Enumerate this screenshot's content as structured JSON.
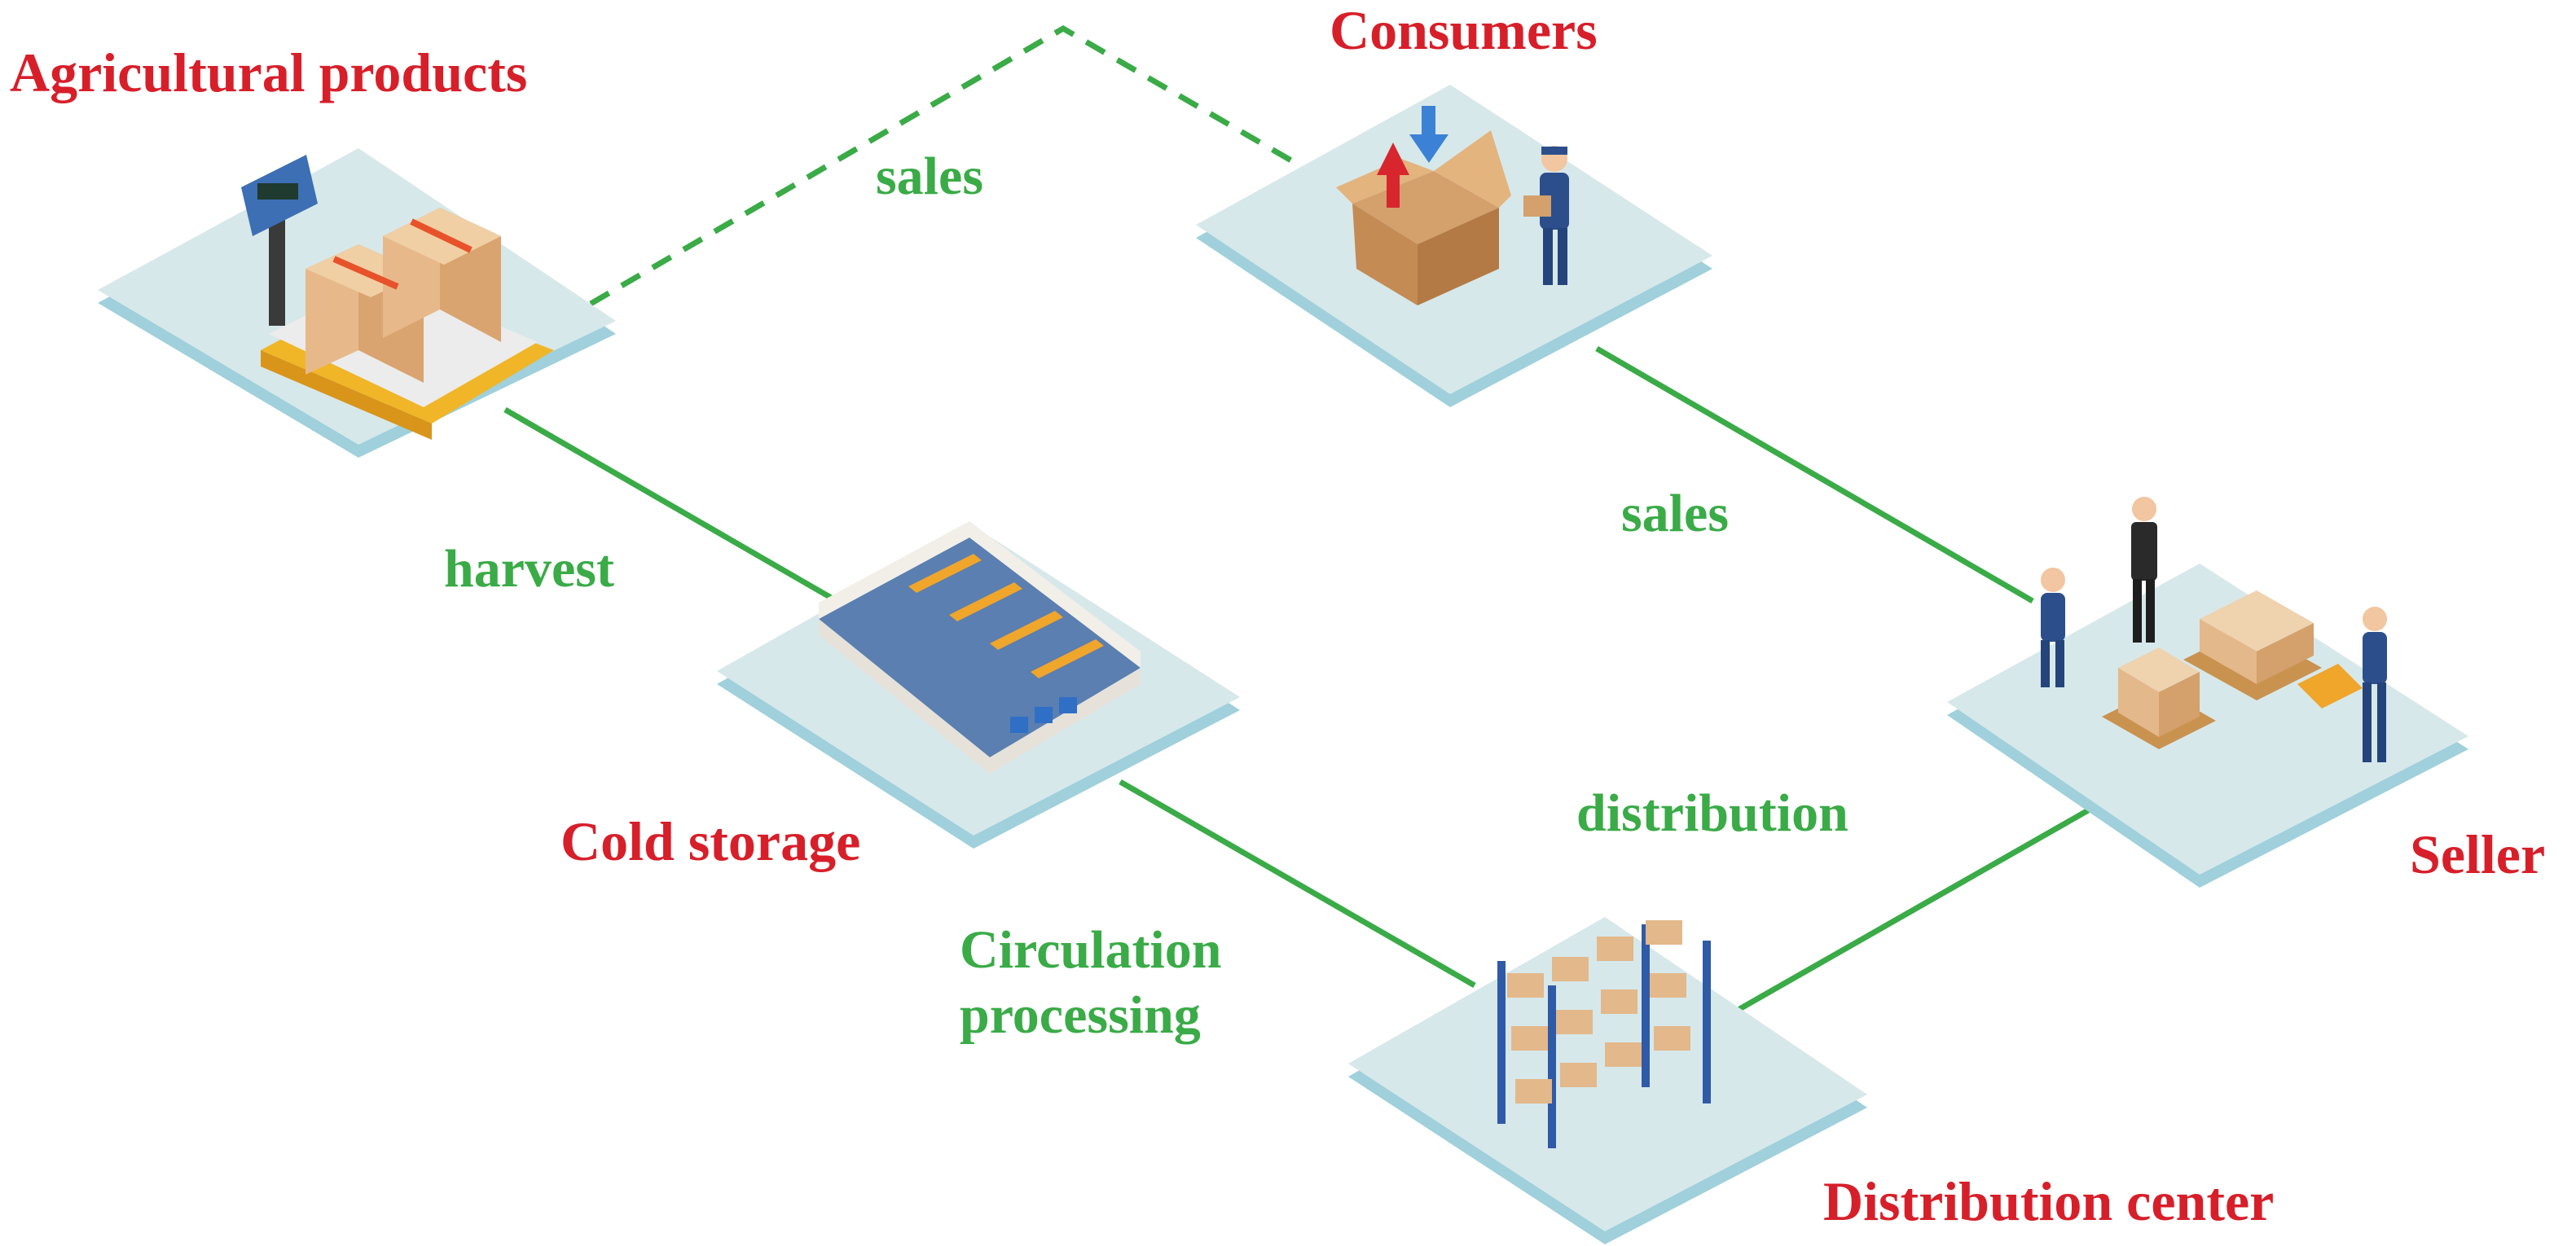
{
  "diagram": {
    "nodes": {
      "agricultural_products": "Agricultural products",
      "consumers": "Consumers",
      "cold_storage": "Cold storage",
      "seller": "Seller",
      "distribution_center": "Distribution center"
    },
    "edges": {
      "sales_dashed": "sales",
      "sales": "sales",
      "harvest": "harvest",
      "distribution": "distribution",
      "circulation_line1": "Circulation",
      "circulation_line2": "processing"
    },
    "icons": {
      "agricultural_products": "scale-with-boxes-icon",
      "consumers": "open-box-worker-icon",
      "cold_storage": "cold-storage-room-icon",
      "seller": "pallet-jack-workers-icon",
      "distribution_center": "warehouse-shelves-icon"
    },
    "colors": {
      "node_label": "#d71f2a",
      "edge_label": "#3aab47",
      "connector": "#3aab47",
      "platform_top": "#d7e8ea",
      "platform_edge": "#9fd0db"
    }
  }
}
